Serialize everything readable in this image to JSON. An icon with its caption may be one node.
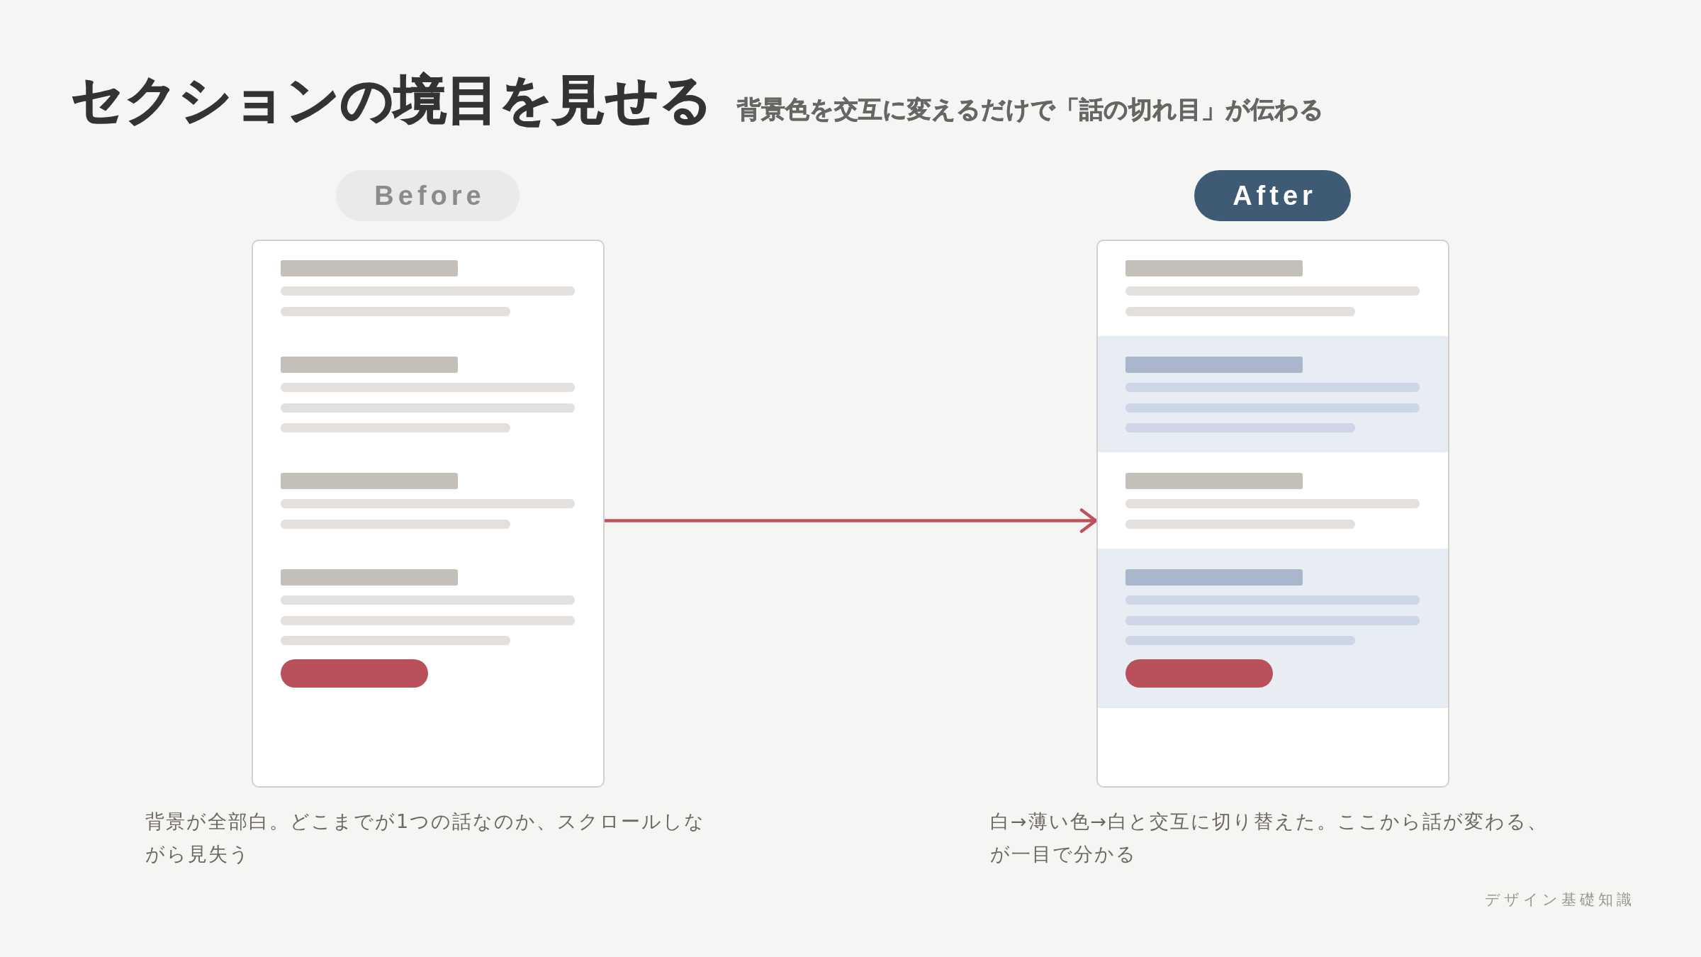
{
  "diagram": {
    "title": "セクションの境目を見せる",
    "nodes": [
      {
        "text": [
          "Before"
        ]
      },
      {
        "text": [],
        "shape": "picture",
        "beside": [
          "背景が全部白。どこまでが1つの話なのか、スクロールしながら見失う"
        ]
      },
      {
        "text": [
          "After"
        ]
      },
      {
        "text": [],
        "shape": "picture",
        "beside": [
          "白→薄い色→白と交互に切り替えた。ここから話が変わる、が一目で分かる"
        ]
      }
    ],
    "edges": [
      {
        "from": 1,
        "to": 3,
        "arrow": "to"
      }
    ],
    "labels": [
      "背景色を交互に変えるだけで「話の切れ目」が伝わる",
      "デザイン基礎知識"
    ]
  }
}
